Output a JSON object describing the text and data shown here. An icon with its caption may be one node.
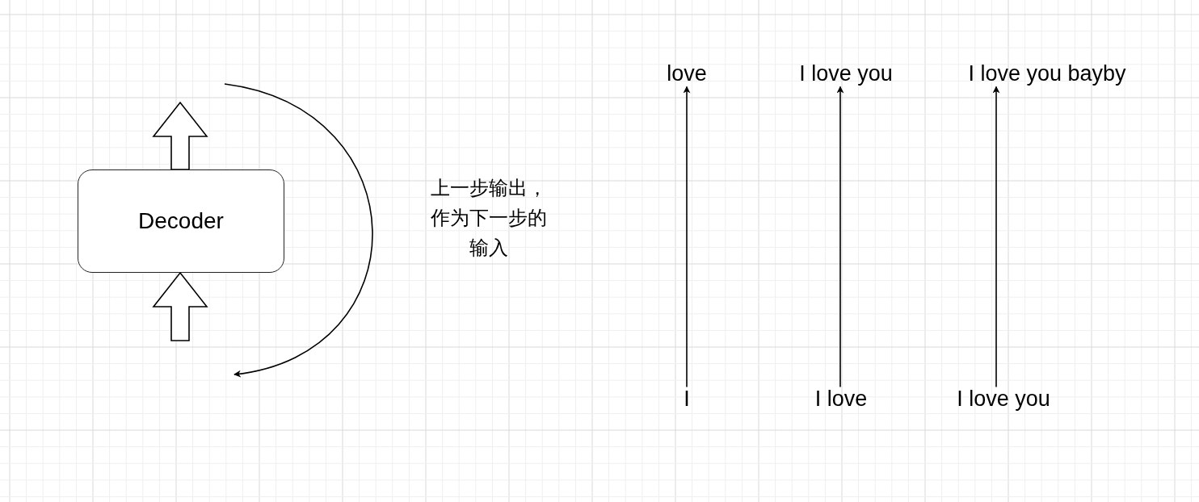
{
  "diagram": {
    "nodes": [
      {
        "text": [
          "Decoder"
        ]
      },
      {
        "text": [
          "love"
        ]
      },
      {
        "text": [
          "I love you"
        ]
      },
      {
        "text": [
          "I love you bayby"
        ]
      },
      {
        "text": [
          "I"
        ]
      },
      {
        "text": [
          "I love"
        ]
      },
      {
        "text": [
          "I love you"
        ]
      }
    ],
    "edges": [
      {
        "from": null,
        "to": 0,
        "arrow": "to",
        "style": "thick"
      },
      {
        "from": 0,
        "to": null,
        "arrow": "to",
        "style": "thick"
      },
      {
        "from": 4,
        "to": 1,
        "arrow": "to"
      },
      {
        "from": 5,
        "to": 2,
        "arrow": "to"
      },
      {
        "from": 6,
        "to": 3,
        "arrow": "to"
      }
    ],
    "labels": [
      "上一步输出，作为下一步的输入"
    ]
  }
}
